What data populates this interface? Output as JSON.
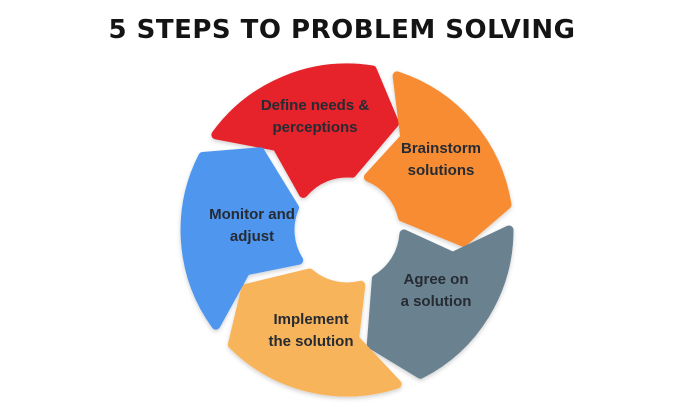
{
  "title": "5 STEPS TO PROBLEM SOLVING",
  "background_color": "#FFFFFF",
  "title_color": "#141414",
  "label_text_color": "#262B33",
  "steps": [
    {
      "id": "define",
      "line1": "Define needs &",
      "line2": "perceptions",
      "color": "#E62329"
    },
    {
      "id": "brainstorm",
      "line1": "Brainstorm",
      "line2": "solutions",
      "color": "#F78C33"
    },
    {
      "id": "agree",
      "line1": "Agree on",
      "line2": "a solution",
      "color": "#6A8290"
    },
    {
      "id": "implement",
      "line1": "Implement",
      "line2": "the solution",
      "color": "#F8B45A"
    },
    {
      "id": "monitor",
      "line1": "Monitor and",
      "line2": "adjust",
      "color": "#4F96EF"
    }
  ]
}
